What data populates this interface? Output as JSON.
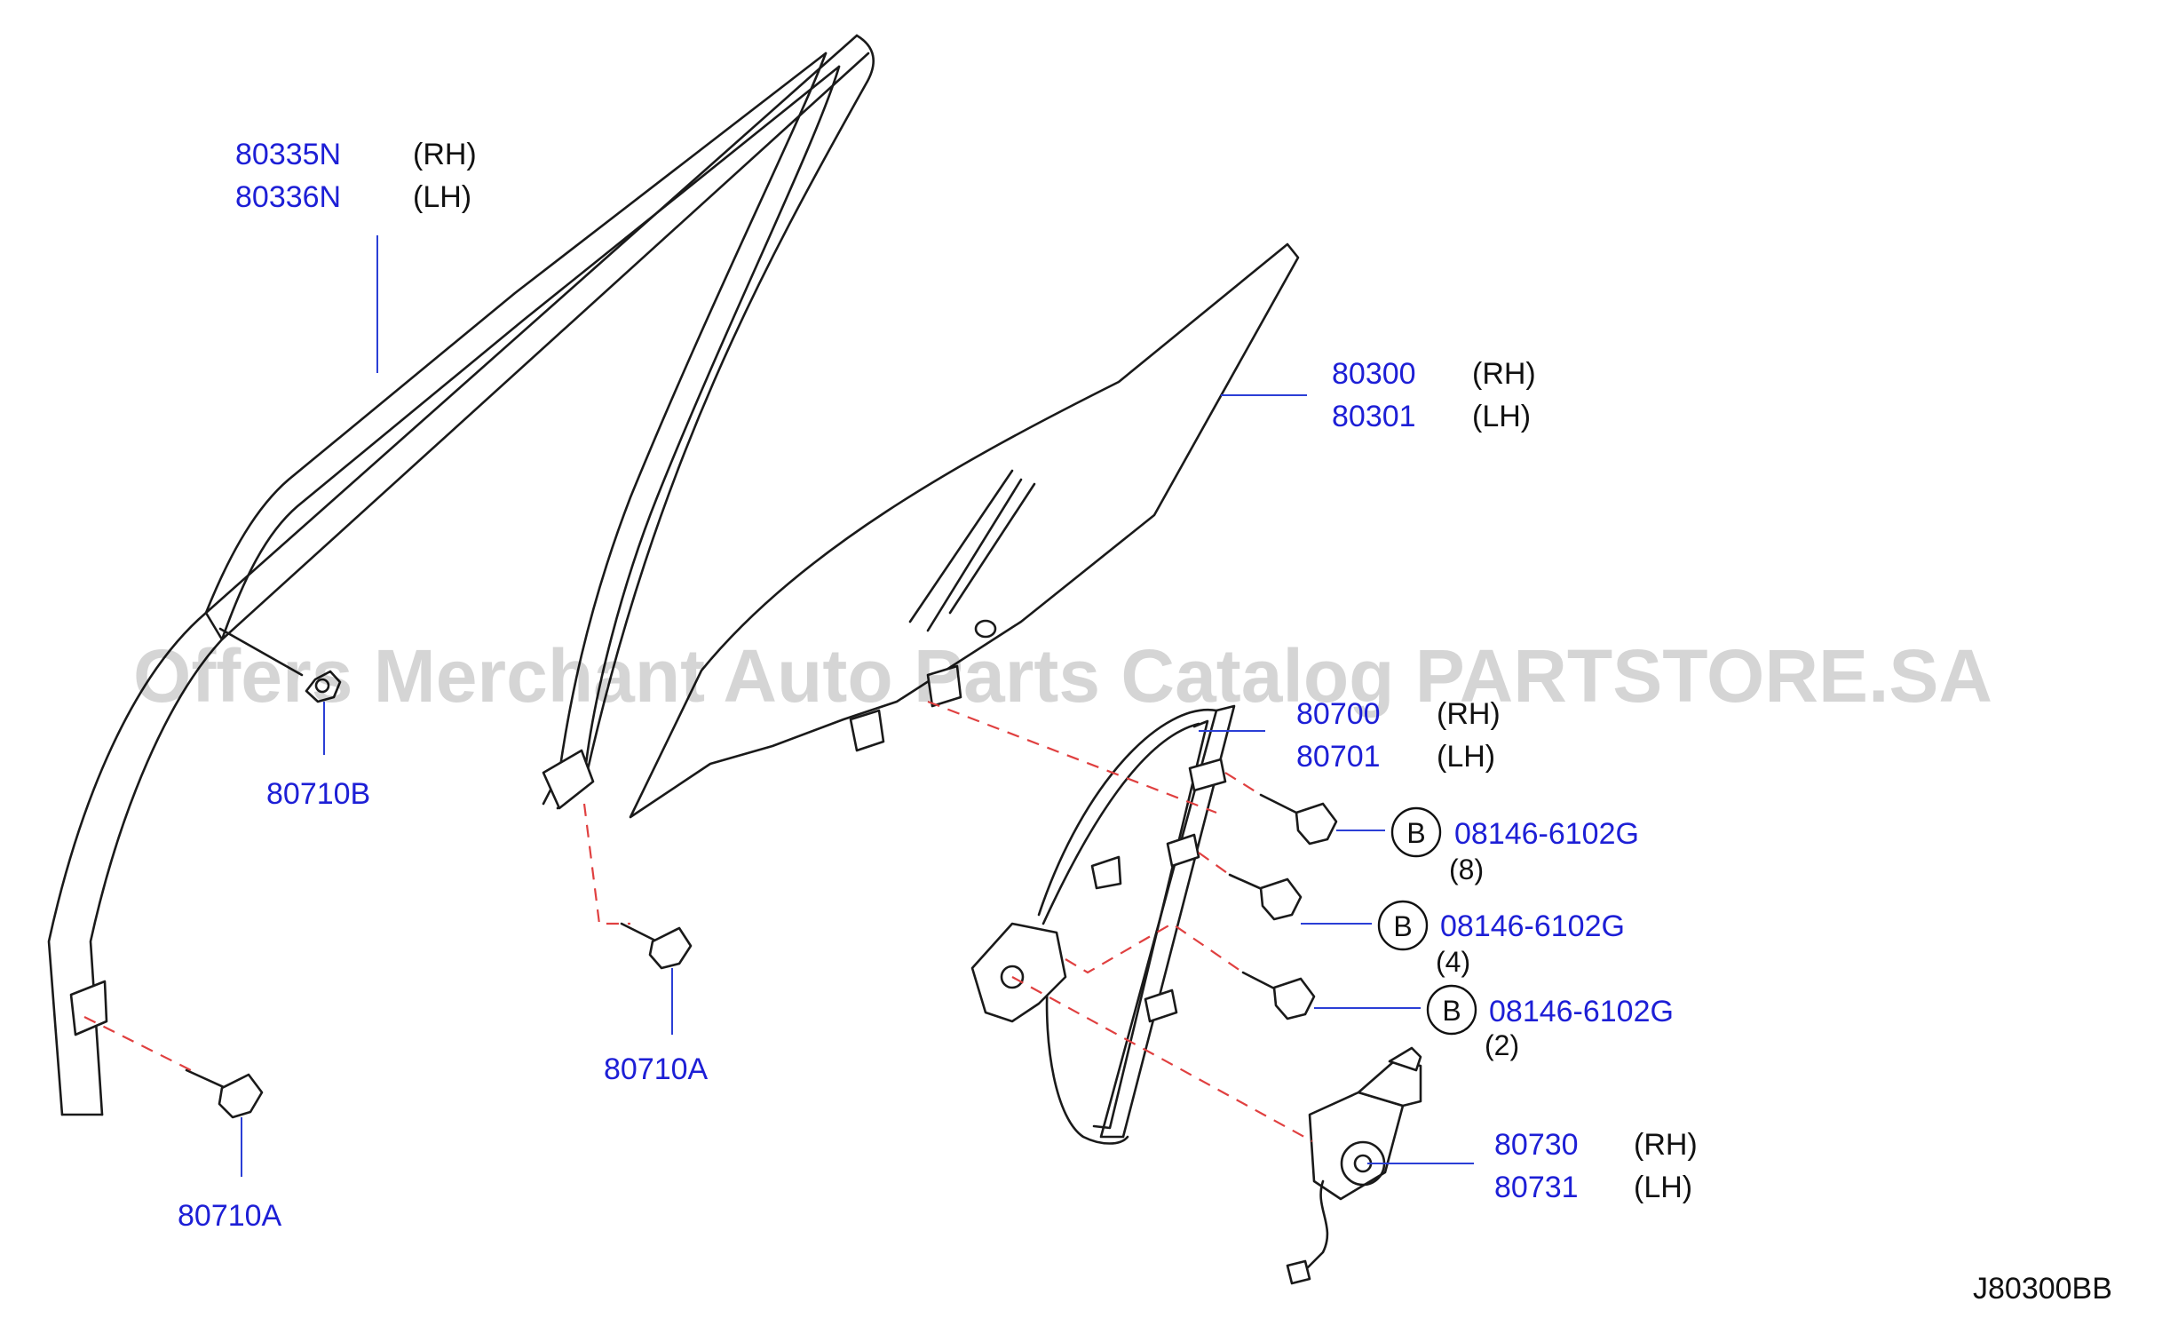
{
  "diagram_code": "J80300BB",
  "watermark": "Offers Merchant Auto Parts Catalog PARTSTORE.SA",
  "callouts": [
    {
      "id": "sash",
      "parts": [
        {
          "number": "80335N",
          "side": "(RH)"
        },
        {
          "number": "80336N",
          "side": "(LH)"
        }
      ]
    },
    {
      "id": "glass",
      "parts": [
        {
          "number": "80300",
          "side": "(RH)"
        },
        {
          "number": "80301",
          "side": "(LH)"
        }
      ]
    },
    {
      "id": "regulator",
      "parts": [
        {
          "number": "80700",
          "side": "(RH)"
        },
        {
          "number": "80701",
          "side": "(LH)"
        }
      ]
    },
    {
      "id": "motor",
      "parts": [
        {
          "number": "80730",
          "side": "(RH)"
        },
        {
          "number": "80731",
          "side": "(LH)"
        }
      ]
    },
    {
      "id": "clip-b",
      "parts": [
        {
          "number": "80710B"
        }
      ]
    },
    {
      "id": "bolt-a-mid",
      "parts": [
        {
          "number": "80710A"
        }
      ]
    },
    {
      "id": "bolt-a-low",
      "parts": [
        {
          "number": "80710A"
        }
      ]
    }
  ],
  "bolts": [
    {
      "letter": "B",
      "number": "08146-6102G",
      "qty": "(8)"
    },
    {
      "letter": "B",
      "number": "08146-6102G",
      "qty": "(4)"
    },
    {
      "letter": "B",
      "number": "08146-6102G",
      "qty": "(2)"
    }
  ]
}
